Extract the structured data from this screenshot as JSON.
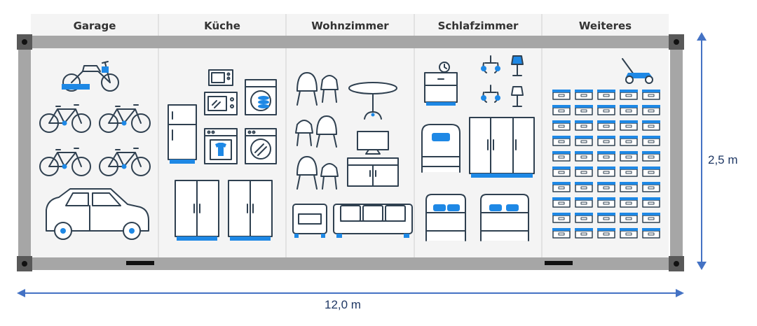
{
  "sections": [
    {
      "title": "Garage"
    },
    {
      "title": "Küche"
    },
    {
      "title": "Wohnzimmer"
    },
    {
      "title": "Schlafzimmer"
    },
    {
      "title": "Weiteres"
    }
  ],
  "dimensions": {
    "height_label": "2,5 m",
    "width_label": "12,0 m"
  },
  "colors": {
    "accent": "#1e88e5",
    "frame": "#a6a6a6",
    "outline": "#2f4050",
    "arrow": "#4472c4",
    "panel": "#f4f4f4"
  },
  "storage_boxes": {
    "columns": 5,
    "rows": 10
  }
}
